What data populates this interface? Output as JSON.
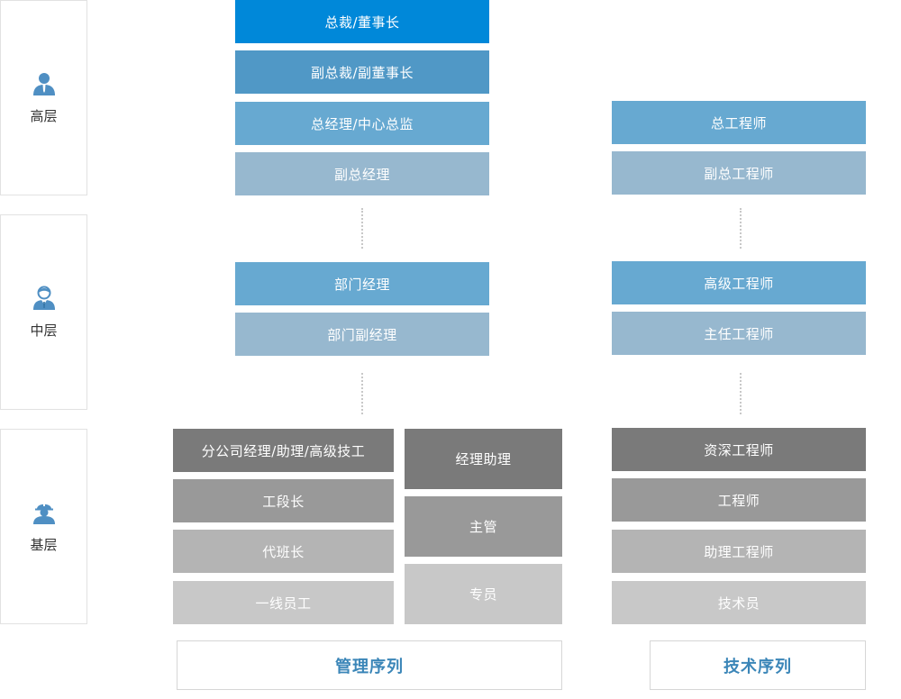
{
  "levels": [
    {
      "label": "高层",
      "icon": "executive-icon"
    },
    {
      "label": "中层",
      "icon": "manager-icon"
    },
    {
      "label": "基层",
      "icon": "worker-icon"
    }
  ],
  "management": {
    "top": [
      "总裁/董事长",
      "副总裁/副董事长",
      "总经理/中心总监",
      "副总经理"
    ],
    "middle": [
      "部门经理",
      "部门副经理"
    ],
    "base_left": [
      "分公司经理/助理/高级技工",
      "工段长",
      "代班长",
      "一线员工"
    ],
    "base_right": [
      "经理助理",
      "主管",
      "专员"
    ]
  },
  "technical": {
    "top": [
      "总工程师",
      "副总工程师"
    ],
    "middle": [
      "高级工程师",
      "主任工程师"
    ],
    "base": [
      "资深工程师",
      "工程师",
      "助理工程师",
      "技术员"
    ]
  },
  "footers": {
    "management": "管理序列",
    "technical": "技术序列"
  },
  "colors": {
    "blue_dark": "#0088d9",
    "blue_mid": "#5098c6",
    "blue_light": "#67a9d1",
    "blue_pale": "#97b8cf",
    "gray_dark": "#7a7a7a",
    "gray_mid": "#999999",
    "gray_light": "#b4b4b4",
    "gray_pale": "#c8c8c8",
    "footer_text": "#3b86b8"
  }
}
